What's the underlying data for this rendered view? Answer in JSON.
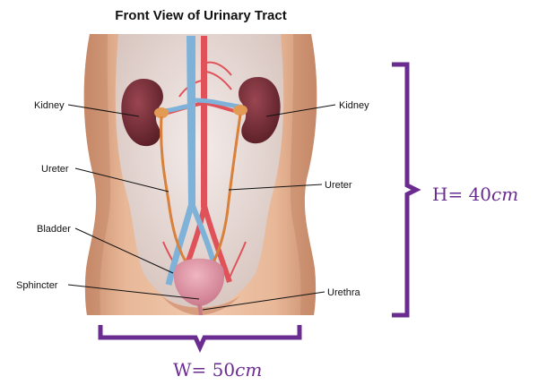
{
  "title": "Front View of Urinary Tract",
  "labels": {
    "kidney_left": "Kidney",
    "kidney_right": "Kidney",
    "ureter_left": "Ureter",
    "ureter_right": "Ureter",
    "bladder": "Bladder",
    "sphincter": "Sphincter",
    "urethra": "Urethra"
  },
  "dimensions": {
    "height": {
      "prefix": "H= ",
      "value": "40",
      "unit": "cm"
    },
    "width": {
      "prefix": "W= ",
      "value": "50",
      "unit": "cm"
    }
  },
  "colors": {
    "bracket": "#6b2c91",
    "skin": "#e3ae8e",
    "skin_shadow": "#b97a5b",
    "inner": "#e6d9d4",
    "kidney": "#6e2b33",
    "artery": "#e0525a",
    "vein": "#7fb2d8",
    "ureter": "#d9803a",
    "bladder": "#d98c9c"
  }
}
